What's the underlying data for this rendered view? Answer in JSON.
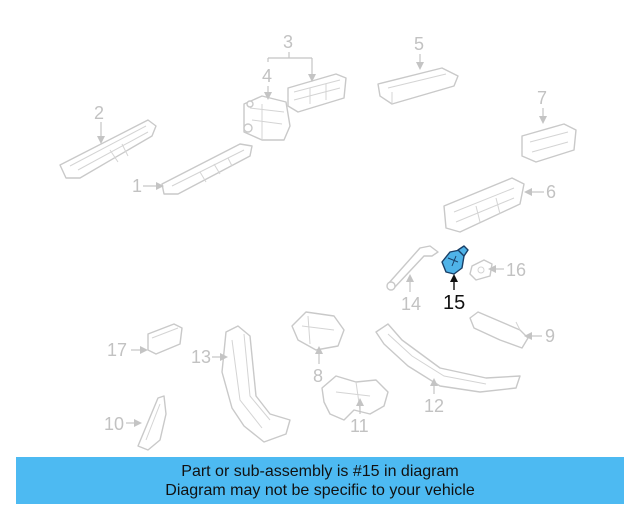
{
  "callouts": {
    "c1": "1",
    "c2": "2",
    "c3": "3",
    "c4": "4",
    "c5": "5",
    "c6": "6",
    "c7": "7",
    "c8": "8",
    "c9": "9",
    "c10": "10",
    "c11": "11",
    "c12": "12",
    "c13": "13",
    "c14": "14",
    "c15": "15",
    "c16": "16",
    "c17": "17"
  },
  "highlight": {
    "part_number": "15",
    "color": "#4fb3e8"
  },
  "banner": {
    "line1": "Part or sub-assembly is #15 in diagram",
    "line2": "Diagram may not be specific to your vehicle",
    "background": "#4dbaf2"
  }
}
